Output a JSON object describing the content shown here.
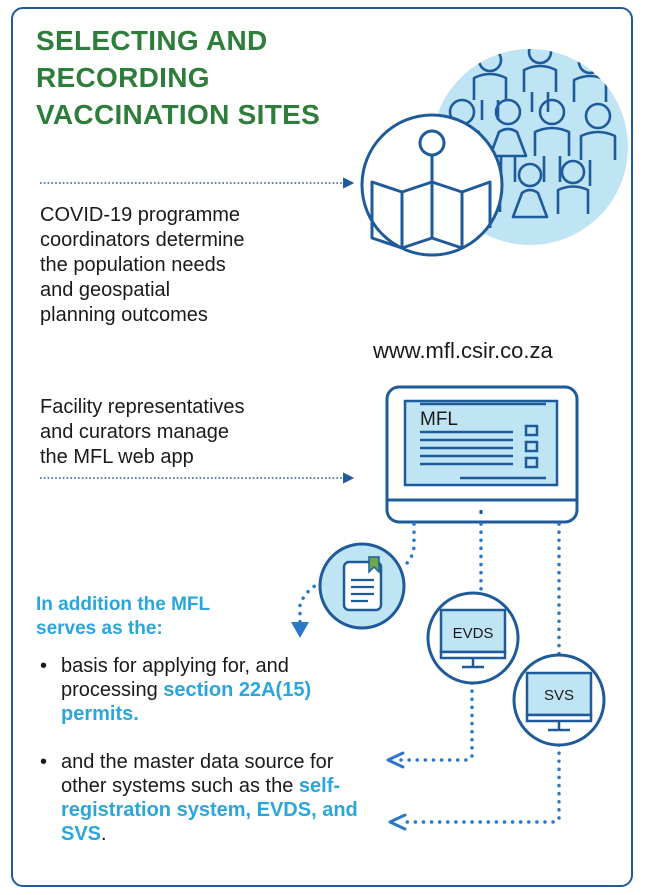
{
  "title": [
    "SELECTING AND",
    "RECORDING",
    "VACCINATION SITES"
  ],
  "coordinators_text": [
    "COVID-19 programme",
    "coordinators determine",
    "the population needs",
    "and geospatial",
    "planning outcomes"
  ],
  "website": "www.mfl.csir.co.za",
  "facility_text": [
    "Facility representatives",
    "and curators manage",
    "the MFL web app"
  ],
  "monitor_label": "MFL",
  "serves_text": [
    "In addition the MFL",
    "serves as the:"
  ],
  "bullet_glyph": "•",
  "bullet1": {
    "text": "basis for applying for, and processing ",
    "highlight": "section 22A(15) permits."
  },
  "bullet2": {
    "text": "and the master data source for other systems such as the ",
    "highlight": "self-registration system, EVDS, and SVS",
    "suffix": "."
  },
  "systems": [
    {
      "name": "EVDS"
    },
    {
      "name": "SVS"
    }
  ],
  "colors": {
    "navy": "#1f5b9a",
    "green": "#2e7d3a",
    "light_blue": "#bfe4f4",
    "accent_blue": "#2aa6dc",
    "bookmark_green": "#6aa84f"
  }
}
